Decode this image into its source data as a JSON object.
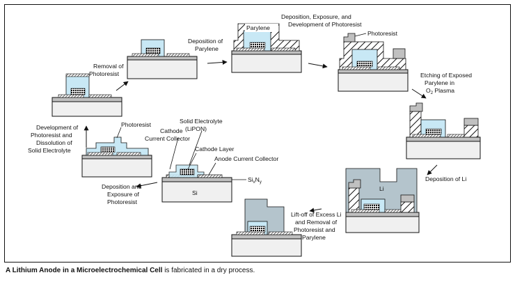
{
  "caption": {
    "bold": "A Lithium Anode in a Microelectrochemical Cell",
    "rest": " is fabricated in a dry process."
  },
  "steps": {
    "s1": [
      "Deposition and",
      "Exposure of",
      "Photoresist"
    ],
    "s2": [
      "Development of",
      "Photoresist and",
      "Dissolution of",
      "Solid Electrolyte"
    ],
    "s3": [
      "Removal of",
      "Photoresist"
    ],
    "s4": [
      "Deposition of",
      "Parylene"
    ],
    "s5": [
      "Deposition, Exposure, and",
      "Development of Photoresist"
    ],
    "s6a": [
      "Etching of Exposed",
      "Parylene in"
    ],
    "s6b": "O",
    "s6c": "2",
    "s6d": " Plasma",
    "s7": "Deposition of Li",
    "s8": [
      "Lift-off of Excess Li",
      "and Removal of",
      "Photoresist and",
      "Parylene"
    ]
  },
  "labels": {
    "photoresist": "Photoresist",
    "parylene": "Parylene",
    "li": "Li",
    "si": "Si",
    "cathode_cc": [
      "Cathode",
      "Current Collector"
    ],
    "solid_electrolyte": [
      "Solid Electrolyte",
      "(LiPON)"
    ],
    "cathode_layer": "Cathode Layer",
    "anode_cc": "Anode Current Collector",
    "sixny_a": "Si",
    "sixny_b": "x",
    "sixny_c": "N",
    "sixny_d": "y"
  },
  "colors": {
    "photoresist": "#c8e8f5",
    "li": "#b4c4cc",
    "layer_gray": "#c0c0c0",
    "substrate": "#f0f0f0"
  }
}
